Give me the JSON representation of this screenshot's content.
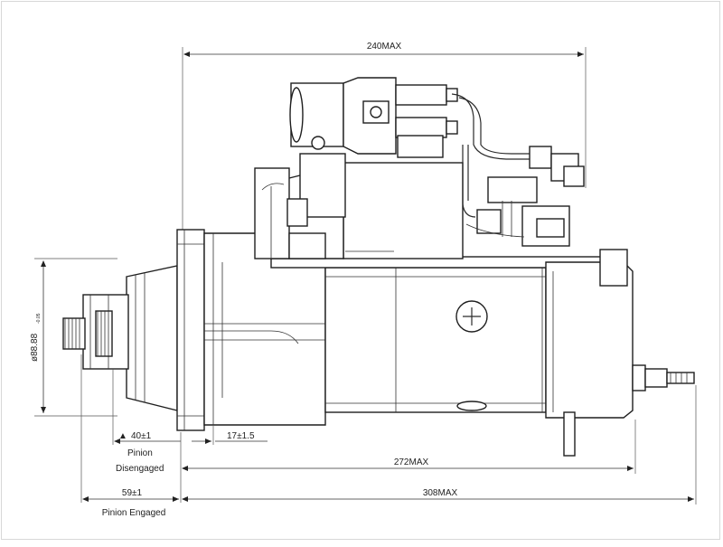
{
  "drawing": {
    "dimensions": {
      "overall_top": "240MAX",
      "diameter": "ø88.88",
      "diameter_tolerance": "-0.05",
      "pinion_travel": "40±1",
      "flange_offset": "17±1.5",
      "length_272": "272MAX",
      "pinion_engaged_offset": "59±1",
      "length_308": "308MAX"
    },
    "labels": {
      "pinion_line1": "Pinion",
      "disengaged": "Disengaged",
      "pinion_engaged": "Pinion Engaged"
    },
    "colors": {
      "line": "#2a2a2a",
      "background": "#ffffff"
    }
  }
}
